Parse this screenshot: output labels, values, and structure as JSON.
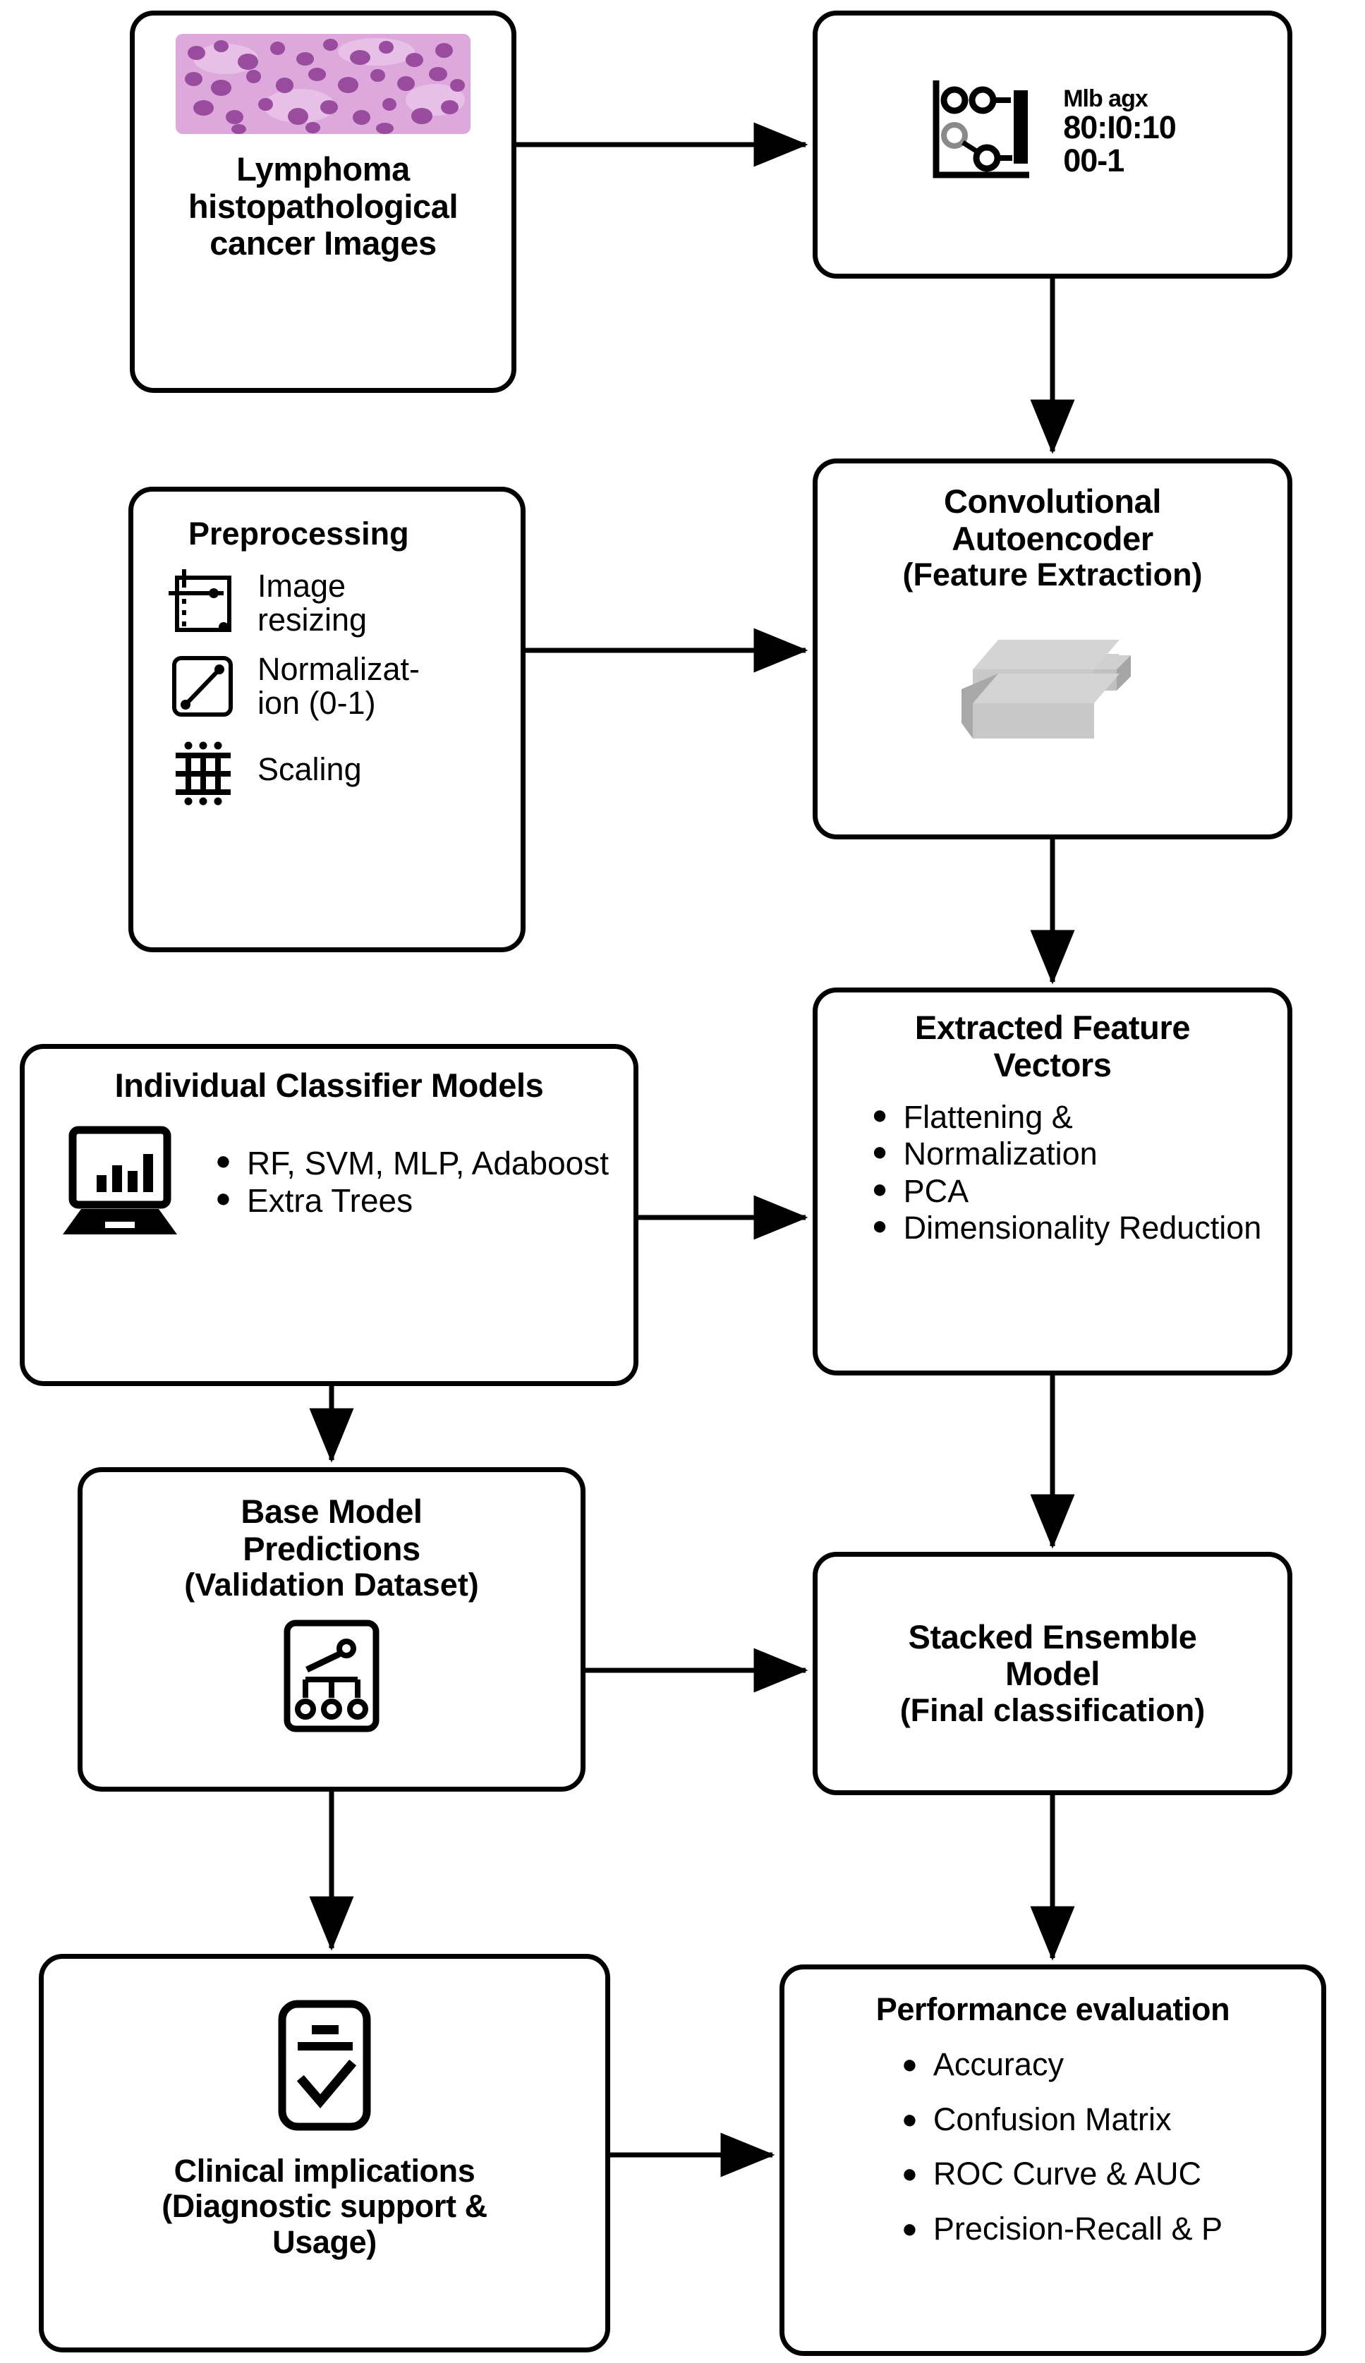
{
  "diagram": {
    "nodes": {
      "lymphoma": {
        "label": "Lymphoma\nhistopathological\ncancer Images",
        "icon": "histopathology-image"
      },
      "data_split": {
        "line1": "Mlb agx",
        "line2": "80:I0:10",
        "line3": "00-1",
        "icon": "data-split-chart-icon"
      },
      "preprocessing": {
        "heading": "Preprocessing",
        "items": [
          {
            "label": "Image\nresizing",
            "icon": "image-resize-icon"
          },
          {
            "label": "Normalizat-\nion (0-1)",
            "icon": "normalization-icon"
          },
          {
            "label": "Scaling",
            "icon": "scaling-grid-icon"
          }
        ]
      },
      "autoencoder": {
        "title": "Convolutional\nAutoencoder",
        "subtitle": "(Feature Extraction)",
        "icon": "stacked-layers-3d-icon"
      },
      "classifiers": {
        "title": "Individual Classifier Models",
        "icon": "laptop-bar-chart-icon",
        "items": [
          "RF, SVM, MLP, Adaboost",
          "Extra Trees"
        ]
      },
      "features": {
        "title": "Extracted Feature\nVectors",
        "items": [
          "Flattening &",
          "Normalization",
          "PCA",
          "Dimensionality Reduction"
        ]
      },
      "base_predictions": {
        "title": "Base Model\nPredictions",
        "subtitle": "(Validation Dataset)",
        "icon": "decision-tree-icon"
      },
      "ensemble": {
        "title": "Stacked Ensemble\nModel",
        "subtitle": "(Final classification)"
      },
      "clinical": {
        "icon": "clipboard-check-icon",
        "label": "Clinical implications\n(Diagnostic support &\nUsage)"
      },
      "performance": {
        "title": "Performance evaluation",
        "items": [
          "Accuracy",
          "Confusion Matrix",
          "ROC Curve & AUC",
          "Precision-Recall & P"
        ]
      }
    },
    "edges": [
      {
        "from": "lymphoma",
        "to": "data_split"
      },
      {
        "from": "data_split",
        "to": "autoencoder"
      },
      {
        "from": "preprocessing",
        "to": "autoencoder"
      },
      {
        "from": "autoencoder",
        "to": "features"
      },
      {
        "from": "classifiers",
        "to": "features"
      },
      {
        "from": "classifiers",
        "to": "base_predictions"
      },
      {
        "from": "features",
        "to": "ensemble"
      },
      {
        "from": "base_predictions",
        "to": "ensemble"
      },
      {
        "from": "base_predictions",
        "to": "clinical"
      },
      {
        "from": "ensemble",
        "to": "performance"
      },
      {
        "from": "clinical",
        "to": "performance"
      }
    ],
    "colors": {
      "stroke": "#000000",
      "background": "#ffffff",
      "histology_base": "#dda9dd",
      "histology_nuclei": "#8f3d94",
      "layer_icon_fill": "#b3b3b3"
    }
  }
}
